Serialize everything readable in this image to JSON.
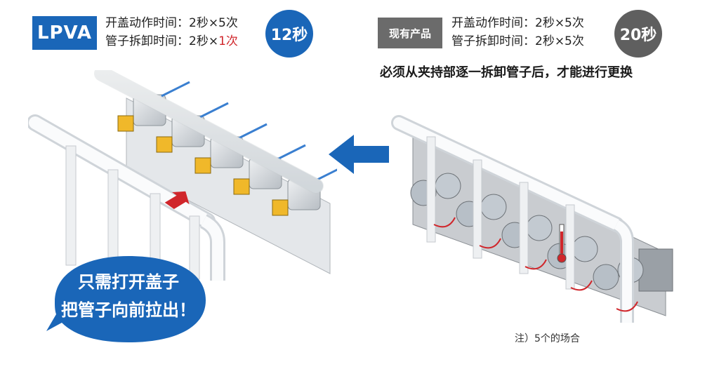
{
  "lpva": {
    "label": "LPVA",
    "line1": "开盖动作时间：2秒×5次",
    "line2_prefix": "管子拆卸时间：2秒×",
    "line2_highlight": "1次",
    "total": "12秒"
  },
  "existing": {
    "label": "现有产品",
    "line1": "开盖动作时间：2秒×5次",
    "line2": "管子拆卸时间：2秒×5次",
    "total": "20秒",
    "note": "必须从夹持部逐一拆卸管子后，才能进行更换"
  },
  "bubble": {
    "line1": "只需打开盖子",
    "line2": "把管子向前拉出！"
  },
  "footnote": "注）5个的场合",
  "colors": {
    "brand_blue": "#1a66b8",
    "gray_label": "#6b6b6b",
    "gray_circle": "#5f5f5f",
    "highlight_red": "#d0262b",
    "arrow_red": "#d0262b"
  },
  "icons": {
    "left_arrow": "big-left-arrow-icon",
    "pull_arrow": "pull-arrow-icon"
  }
}
